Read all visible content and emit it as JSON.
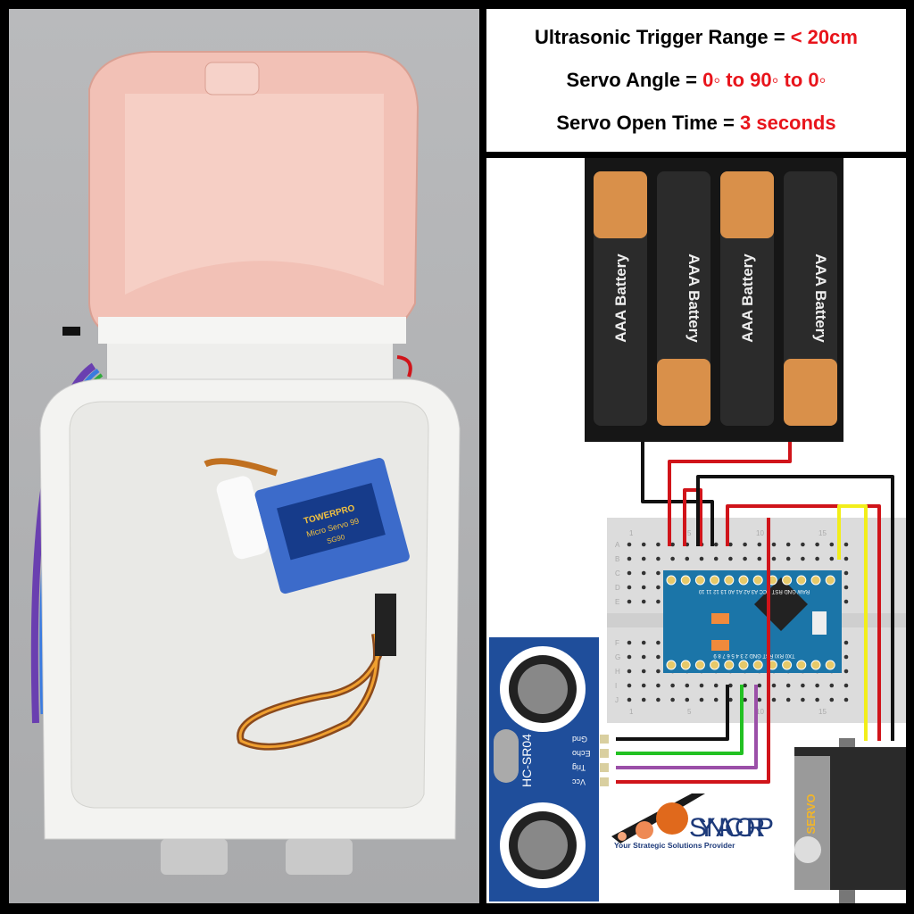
{
  "specs": [
    {
      "label": "Ultrasonic Trigger Range = ",
      "value": "< 20cm"
    },
    {
      "label": "Servo Angle = ",
      "value": "0◦ to 90◦ to 0◦"
    },
    {
      "label": "Servo Open Time = ",
      "value": "3 seconds"
    }
  ],
  "battery": {
    "label": "AAA Battery",
    "count": 4
  },
  "breadboard": {
    "rows_top": [
      "A",
      "B",
      "C",
      "D",
      "E"
    ],
    "rows_bottom": [
      "F",
      "G",
      "H",
      "I",
      "J"
    ],
    "col_numbers": [
      "1",
      "5",
      "10",
      "15"
    ]
  },
  "arduino": {
    "top_pins": "RAW GND RST VCC A3 A2 A1 A0 13 12 11 10",
    "bottom_pins": "TX0 RXI RST GND 2 3 4 5 6 7 8 9"
  },
  "sensor": {
    "model": "HC-SR04",
    "pins": [
      "Gnd",
      "Echo",
      "Trig",
      "Vcc"
    ]
  },
  "servo": {
    "label": "SERVO"
  },
  "photo": {
    "servo_brand": "TOWERPRO",
    "servo_model": "Micro Servo 99",
    "servo_part": "SG90"
  },
  "logo": {
    "name": "SYNACORP",
    "tagline": "Your Strategic Solutions Provider"
  },
  "colors": {
    "value_red": "#e8141b",
    "wire_red": "#d0141a",
    "wire_black": "#111111",
    "wire_green": "#22c122",
    "wire_purple": "#9b4fa8",
    "wire_yellow": "#f2ee1a",
    "pcb_blue": "#1b75a8",
    "sensor_blue": "#1f4e9b"
  }
}
